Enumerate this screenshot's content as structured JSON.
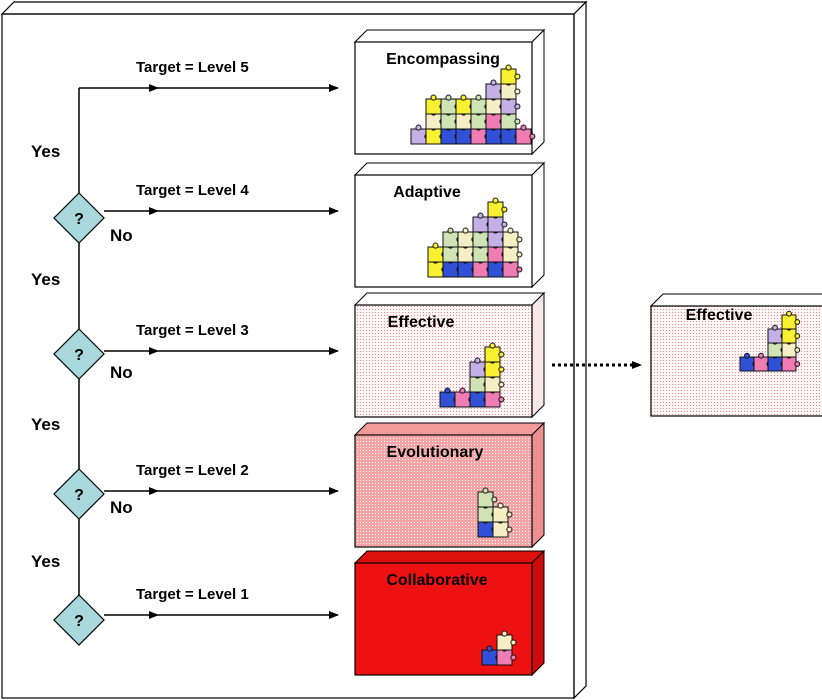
{
  "colors": {
    "diamond_fill": "#a8d8dc",
    "level5_fill": "#ffffff",
    "level4_fill": "#ffffff",
    "level3_fill": "#fdf0f0",
    "level2_fill": "#f3a0a0",
    "level1_fill": "#ee1111",
    "piece_purple": "#c4b0e6",
    "piece_yellow": "#f8f030",
    "piece_green": "#cfe3b4",
    "piece_cream": "#f6eec4",
    "piece_pink": "#f07cb4",
    "piece_blue": "#3050d8"
  },
  "decisions": [
    {
      "question": "?",
      "yes_label": "Yes",
      "no_label": "No"
    },
    {
      "question": "?",
      "yes_label": "Yes",
      "no_label": "No"
    },
    {
      "question": "?",
      "yes_label": "Yes",
      "no_label": "No"
    },
    {
      "question": "?",
      "yes_label": "Yes",
      "no_label": ""
    }
  ],
  "levels": [
    {
      "target": "Target = Level 5",
      "name": "Encompassing"
    },
    {
      "target": "Target = Level 4",
      "name": "Adaptive"
    },
    {
      "target": "Target = Level 3",
      "name": "Effective"
    },
    {
      "target": "Target = Level 2",
      "name": "Evolutionary"
    },
    {
      "target": "Target = Level 1",
      "name": "Collaborative"
    }
  ],
  "detail_box": {
    "name": "Effective"
  }
}
